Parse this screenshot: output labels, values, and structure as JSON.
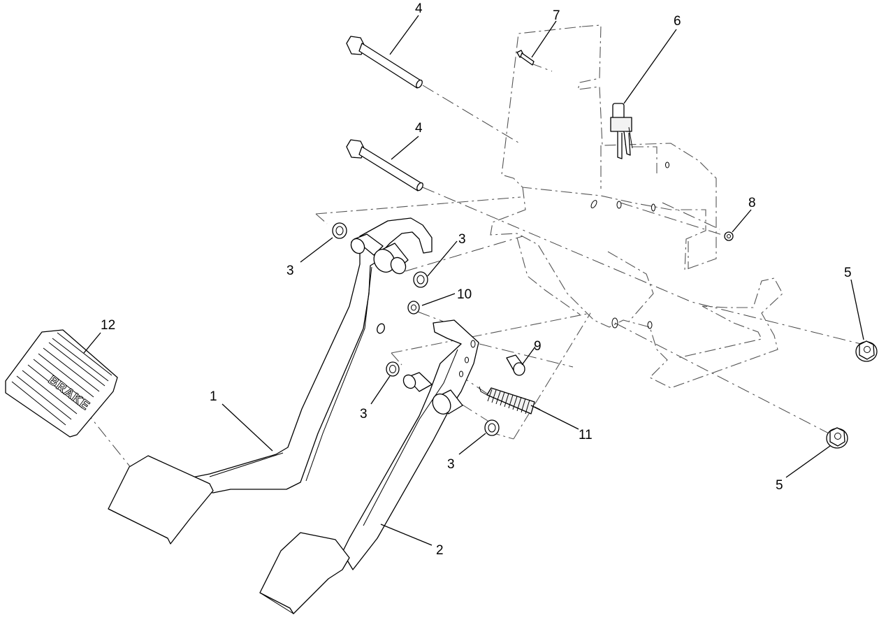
{
  "pad_text": "BRAKE",
  "callouts": [
    "1",
    "2",
    "3",
    "3",
    "3",
    "3",
    "4",
    "4",
    "5",
    "5",
    "6",
    "7",
    "8",
    "9",
    "10",
    "11",
    "12"
  ]
}
